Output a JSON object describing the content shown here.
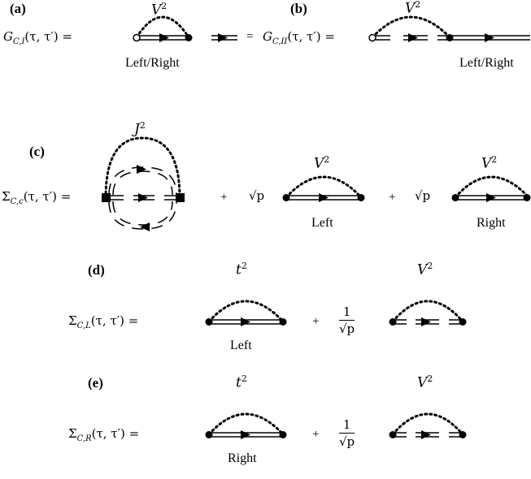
{
  "panels": {
    "a": {
      "tag": "(a)",
      "coupling": "V",
      "power": "2",
      "lhs": "G",
      "sub": "C,I",
      "args": "(τ, τ′) =",
      "side": "Left/Right",
      "eq_sign": "="
    },
    "b": {
      "tag": "(b)",
      "coupling": "V",
      "power": "2",
      "lhs": "G",
      "sub": "C,II",
      "args": "(τ, τ′) =",
      "side": "Left/Right"
    },
    "c": {
      "tag": "(c)",
      "coupling_j": "J",
      "coupling_v": "V",
      "power": "2",
      "lhs": "Σ",
      "sub": "C,c",
      "args": "(τ, τ′) =",
      "plus": "+",
      "prefactor": "√p",
      "side_left": "Left",
      "side_right": "Right"
    },
    "d": {
      "tag": "(d)",
      "coupling_t": "t",
      "coupling_v": "V",
      "power": "2",
      "lhs": "Σ",
      "sub": "C,L",
      "args": "(τ, τ′) =",
      "plus": "+",
      "frac_num": "1",
      "frac_den": "√p",
      "side": "Left"
    },
    "e": {
      "tag": "(e)",
      "coupling_t": "t",
      "coupling_v": "V",
      "power": "2",
      "lhs": "Σ",
      "sub": "C,R",
      "args": "(τ, τ′) =",
      "plus": "+",
      "frac_num": "1",
      "frac_den": "√p",
      "side": "Right"
    }
  },
  "colors": {
    "ink": "#000000",
    "background": "#ffffff"
  }
}
